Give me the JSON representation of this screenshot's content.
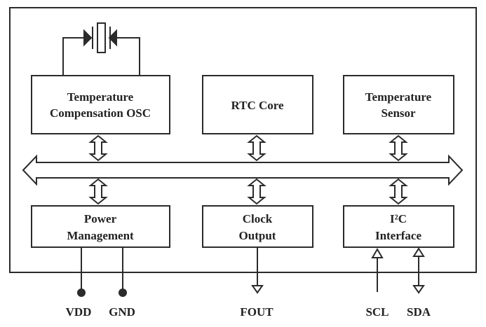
{
  "blocks": {
    "temp_osc": {
      "line1": "Temperature",
      "line2": "Compensation OSC"
    },
    "rtc_core": {
      "line1": "RTC Core"
    },
    "temp_sensor": {
      "line1": "Temperature",
      "line2": "Sensor"
    },
    "power": {
      "line1": "Power",
      "line2": "Management"
    },
    "clock_out": {
      "line1": "Clock",
      "line2": "Output"
    },
    "i2c": {
      "line1": "I²C",
      "line2": "Interface"
    }
  },
  "pins": {
    "vdd": "VDD",
    "gnd": "GND",
    "fout": "FOUT",
    "scl": "SCL",
    "sda": "SDA"
  },
  "colors": {
    "stroke": "#2b2b2b",
    "text": "#222222",
    "background": "#ffffff"
  },
  "icons": {
    "crystal": "crystal-oscillator-icon",
    "bus": "bidirectional-bus-arrow"
  }
}
